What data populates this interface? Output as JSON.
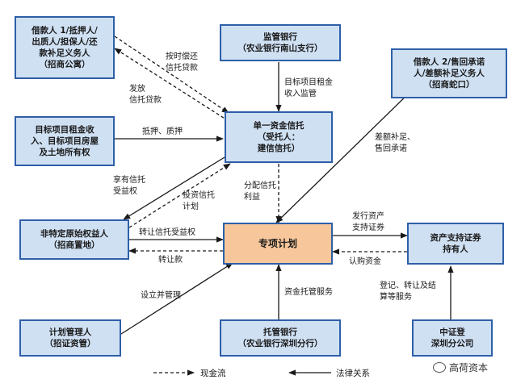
{
  "boxes": {
    "borrower1": [
      "借款人 1/抵押人/",
      "出质人/担保人/还",
      "款补足义务人",
      "（招商公寓）"
    ],
    "supervisor_bank": [
      "监管银行",
      "（农业银行南山支行）"
    ],
    "borrower2": [
      "借款人 2/售回承诺",
      "人/差额补足义务人",
      "（招商蛇口）"
    ],
    "target_assets": [
      "目标项目租金收",
      "入、目标项目房屋",
      "及土地所有权"
    ],
    "single_trust": [
      "单一资金信托",
      "（受托人：",
      "建信信托）"
    ],
    "original_owner": [
      "非特定原始权益人",
      "（招商置地）"
    ],
    "special_plan": [
      "专项计划"
    ],
    "abs_holder": [
      "资产支持证券",
      "持有人"
    ],
    "plan_manager": [
      "计划管理人",
      "（招证资管）"
    ],
    "custodian": [
      "托管银行",
      "（农业银行深圳分行）"
    ],
    "csdc": [
      "中证登",
      "深圳分公司"
    ]
  },
  "labels": {
    "repay_on_time": [
      "按时偿还",
      "信托贷款"
    ],
    "issue_loan": [
      "发放",
      "信托贷款"
    ],
    "supervise": [
      "目标项目租金",
      "收入监管"
    ],
    "pledge": "抵押、质押",
    "shortfall": [
      "差额补足、",
      "售回承诺"
    ],
    "enjoy_benefit": [
      "享有信托",
      "受益权"
    ],
    "invest_trust": [
      "投资信托",
      "计划"
    ],
    "distribute_trust": [
      "分配信托",
      "利益"
    ],
    "issue_securities": [
      "发行资产",
      "支持证券"
    ],
    "transfer_benefit": "转让信托受益权",
    "transfer_payment": "转让款",
    "subscription": "认购资金",
    "establish_manage": "设立并管理",
    "custody": "资金托管服务",
    "registration": [
      "登记、转让及结",
      "算等服务"
    ]
  },
  "legend": {
    "cash_flow": "现金流",
    "legal_relation": "法律关系"
  },
  "watermark": "高荷资本"
}
